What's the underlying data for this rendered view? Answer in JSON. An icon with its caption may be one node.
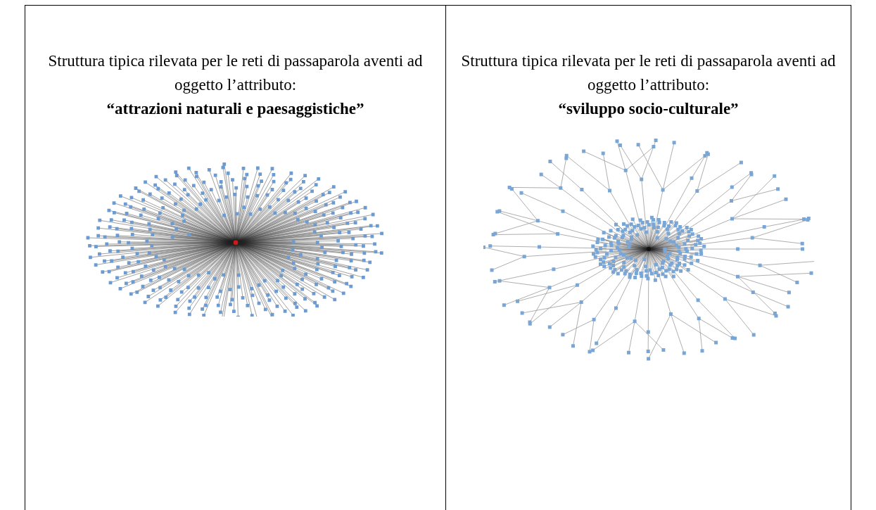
{
  "diagram": {
    "nodes": [
      {
        "text": [
          "Struttura tipica rilevata per le reti di passaparola aventi ad oggetto l’attributo:",
          "“attrazioni naturali e paesaggistiche”"
        ]
      },
      {
        "text": [
          "Struttura tipica rilevata per le reti di passaparola aventi ad oggetto l’attributo:",
          "“sviluppo socio-culturale”"
        ]
      }
    ]
  }
}
